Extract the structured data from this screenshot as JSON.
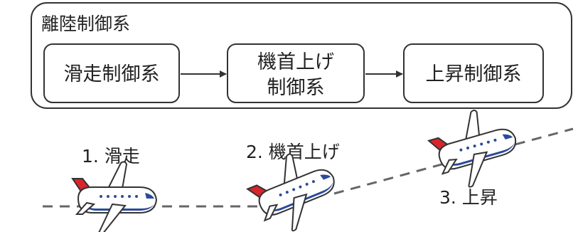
{
  "outer_system": {
    "title": "離陸制御系"
  },
  "control_boxes": [
    {
      "label": "滑走制御系"
    },
    {
      "label_line1": "機首上げ",
      "label_line2": "制御系"
    },
    {
      "label": "上昇制御系"
    }
  ],
  "phases": [
    {
      "label": "1. 滑走"
    },
    {
      "label": "2. 機首上げ"
    },
    {
      "label": "3. 上昇"
    }
  ],
  "colors": {
    "outline": "#333333",
    "airplane_tail": "#d8242b",
    "airplane_belly": "#2a4b9b",
    "airplane_body": "#ffffff",
    "runway_dash": "#666666"
  }
}
